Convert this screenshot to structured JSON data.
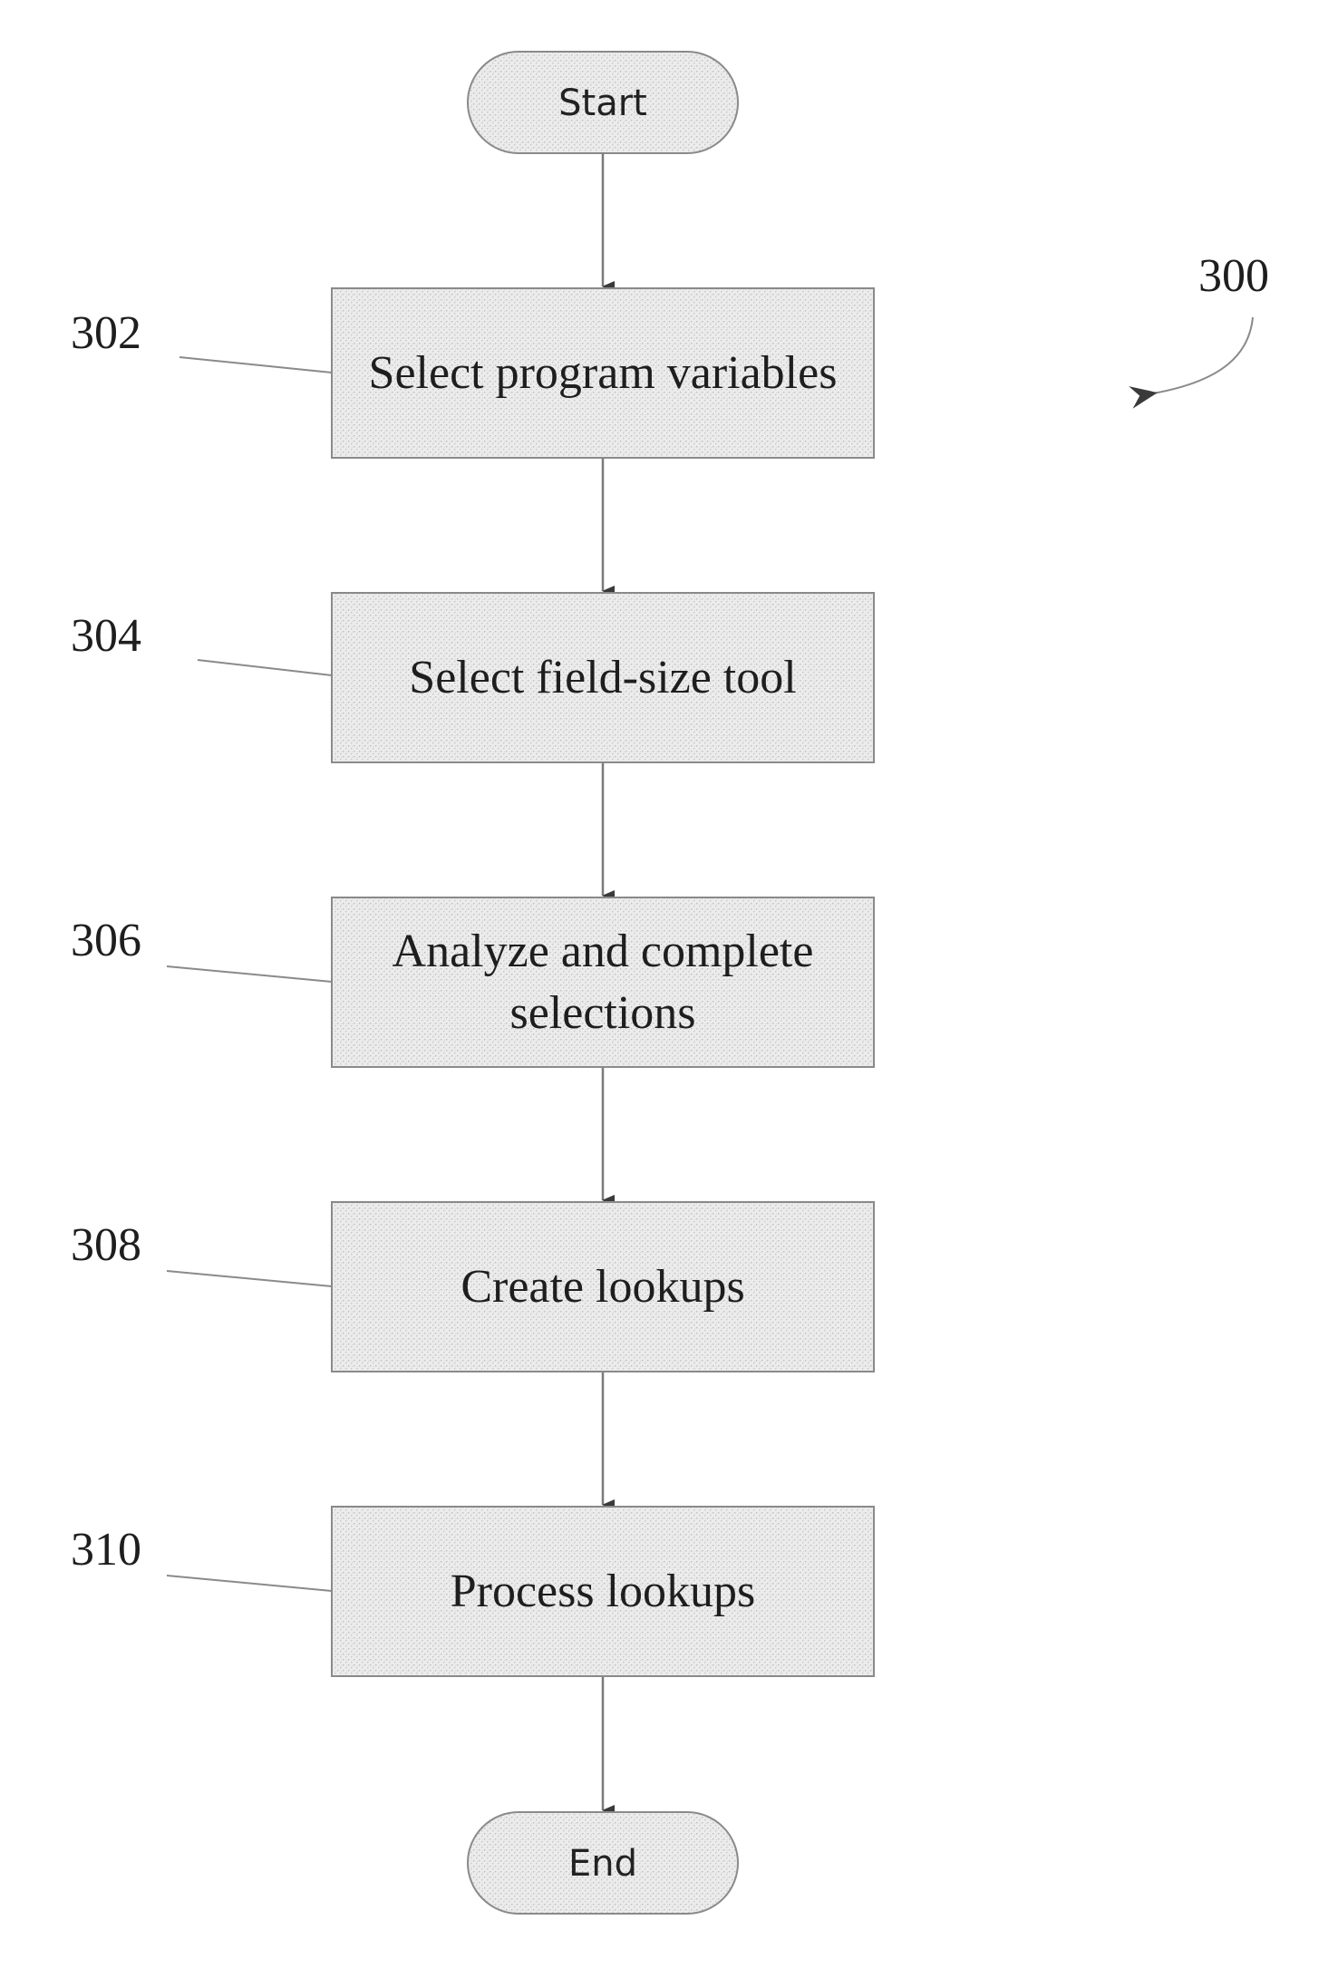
{
  "figure_ref": "300",
  "terminals": {
    "start": "Start",
    "end": "End"
  },
  "steps": [
    {
      "ref": "302",
      "lines": [
        "Select program variables"
      ]
    },
    {
      "ref": "304",
      "lines": [
        "Select field-size tool"
      ]
    },
    {
      "ref": "306",
      "lines": [
        "Analyze and complete",
        "selections"
      ]
    },
    {
      "ref": "308",
      "lines": [
        "Create lookups"
      ]
    },
    {
      "ref": "310",
      "lines": [
        "Process lookups"
      ]
    }
  ],
  "colors": {
    "box_fill": "#ebebeb",
    "stroke": "#8a8a8a",
    "text": "#1e1e1e"
  }
}
